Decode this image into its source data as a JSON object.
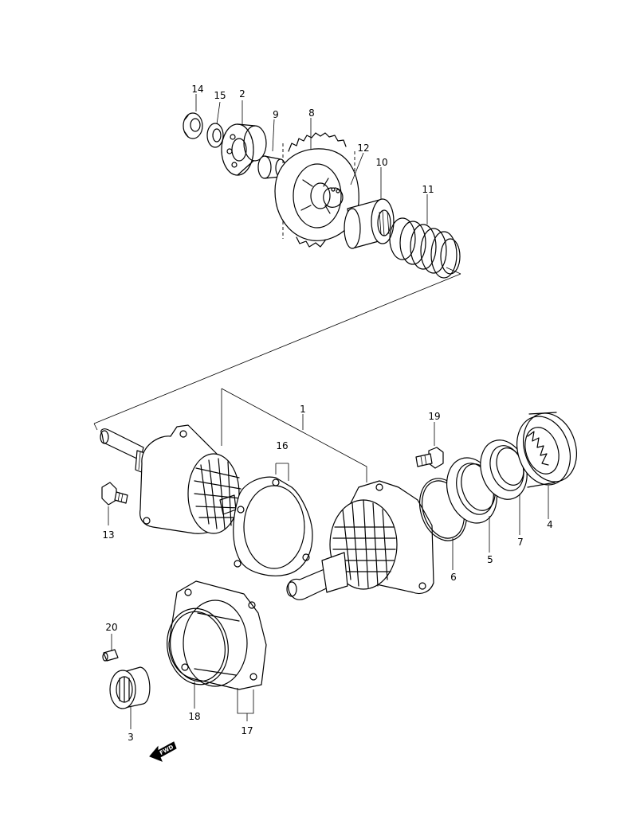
{
  "diagram": {
    "labels": {
      "p1": "1",
      "p2": "2",
      "p3": "3",
      "p4": "4",
      "p5": "5",
      "p6": "6",
      "p7": "7",
      "p8": "8",
      "p9": "9",
      "p10": "10",
      "p11": "11",
      "p12": "12",
      "p13": "13",
      "p14": "14",
      "p15": "15",
      "p16": "16",
      "p17": "17",
      "p18": "18",
      "p19": "19",
      "p20": "20"
    },
    "fwd_arrow": {
      "text": "FWD"
    },
    "line_color": "#000000",
    "background": "#ffffff"
  }
}
